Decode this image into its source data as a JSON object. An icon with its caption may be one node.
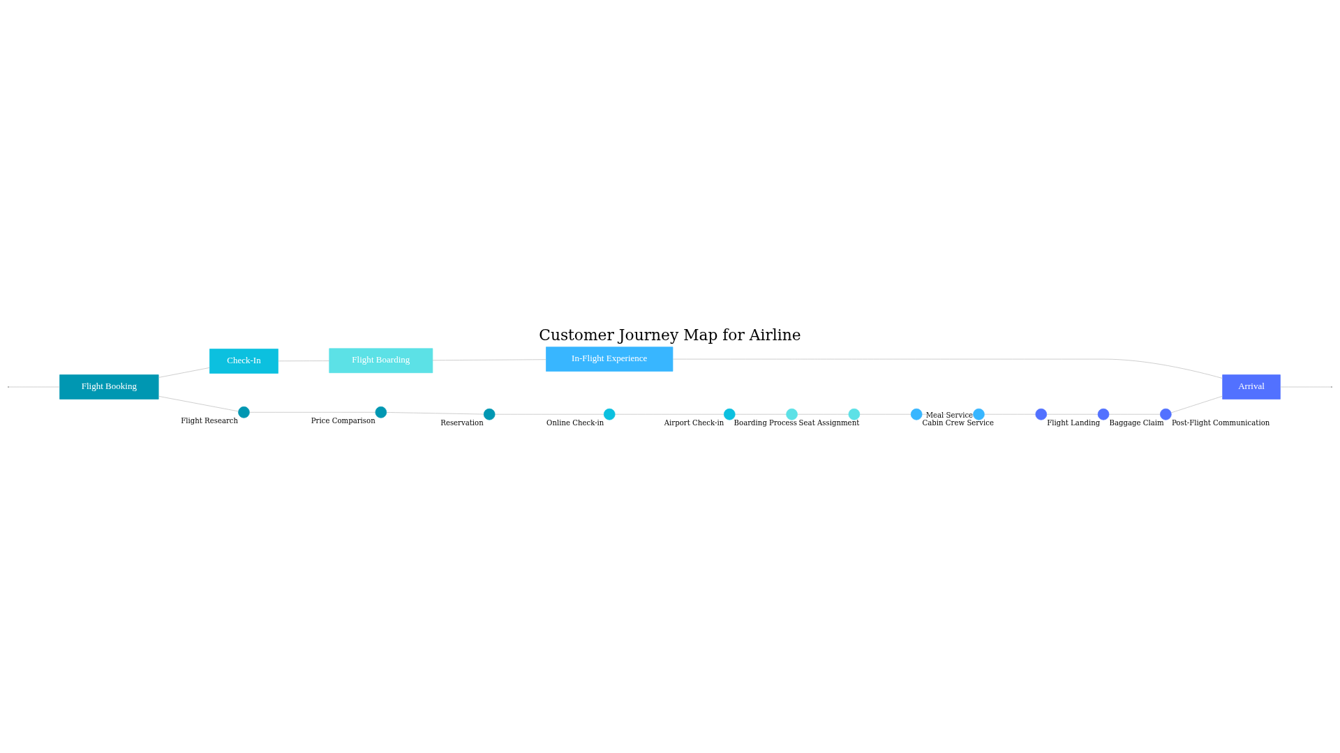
{
  "diagram": {
    "title": "Customer Journey Map for Airline",
    "nodes": [
      {
        "text": [
          "Flight Booking"
        ]
      },
      {
        "text": [
          "Check-In"
        ]
      },
      {
        "text": [
          "Flight Boarding"
        ]
      },
      {
        "text": [
          "In-Flight Experience"
        ]
      },
      {
        "text": [
          "Arrival"
        ]
      },
      {
        "text": [],
        "shape": "circle",
        "beside": [
          "Flight Research"
        ]
      },
      {
        "text": [],
        "shape": "circle",
        "beside": [
          "Price Comparison"
        ]
      },
      {
        "text": [],
        "shape": "circle",
        "beside": [
          "Reservation"
        ]
      },
      {
        "text": [],
        "shape": "circle",
        "beside": [
          "Online Check-in"
        ]
      },
      {
        "text": [],
        "shape": "circle",
        "beside": [
          "Airport Check-in"
        ]
      },
      {
        "text": [],
        "shape": "circle",
        "beside": [
          "Boarding Process"
        ]
      },
      {
        "text": [],
        "shape": "circle",
        "beside": [
          "Seat Assignment"
        ]
      },
      {
        "text": [],
        "shape": "circle",
        "beside": [
          "Cabin Crew Service"
        ]
      },
      {
        "text": [],
        "shape": "circle",
        "beside": [
          "Meal Service"
        ]
      },
      {
        "text": [],
        "shape": "circle",
        "beside": [
          "Flight Landing"
        ]
      },
      {
        "text": [],
        "shape": "circle",
        "beside": [
          "Baggage Claim"
        ]
      },
      {
        "text": [],
        "shape": "circle",
        "beside": [
          "Post-Flight Communication"
        ]
      }
    ],
    "edges": [
      {
        "from": null,
        "to": 0,
        "arrow": "none"
      },
      {
        "from": 0,
        "to": 1,
        "arrow": "none"
      },
      {
        "from": 1,
        "to": 2,
        "arrow": "none"
      },
      {
        "from": 2,
        "to": 3,
        "arrow": "none"
      },
      {
        "from": 3,
        "to": 4,
        "arrow": "none"
      },
      {
        "from": 4,
        "to": null,
        "arrow": "none"
      },
      {
        "from": 0,
        "to": 5,
        "arrow": "none"
      },
      {
        "from": 5,
        "to": 6,
        "arrow": "none"
      },
      {
        "from": 6,
        "to": 7,
        "arrow": "none"
      },
      {
        "from": 7,
        "to": 8,
        "arrow": "none"
      },
      {
        "from": 8,
        "to": 9,
        "arrow": "none"
      },
      {
        "from": 9,
        "to": 10,
        "arrow": "none"
      },
      {
        "from": 10,
        "to": 11,
        "arrow": "none"
      },
      {
        "from": 11,
        "to": 12,
        "arrow": "none"
      },
      {
        "from": 12,
        "to": 13,
        "arrow": "none"
      },
      {
        "from": 13,
        "to": 14,
        "arrow": "none"
      },
      {
        "from": 14,
        "to": 15,
        "arrow": "none"
      },
      {
        "from": 15,
        "to": 16,
        "arrow": "none"
      },
      {
        "from": 16,
        "to": 4,
        "arrow": "none"
      }
    ]
  }
}
